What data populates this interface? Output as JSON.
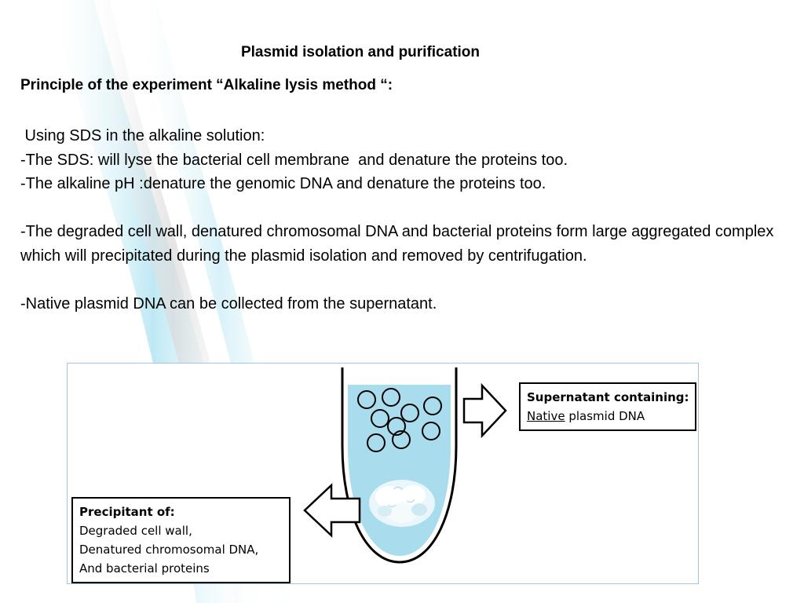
{
  "slide": {
    "title": "Plasmid isolation and purification",
    "subtitle": "Principle of the experiment “Alkaline lysis method “:",
    "paragraphs": {
      "p1": " Using SDS in the alkaline solution:",
      "p2": "-The SDS: will lyse the bacterial cell membrane  and denature the proteins too.",
      "p3": "-The alkaline pH :denature the genomic DNA and denature the proteins too.",
      "p4": "-The degraded cell wall, denatured chromosomal DNA and bacterial proteins form large aggregated complex which will precipitated during the plasmid isolation and removed by centrifugation.",
      "p5": "-Native plasmid DNA can be collected from the supernatant."
    }
  },
  "figure": {
    "supernatant_box": {
      "heading": "Supernatant containing:",
      "word_underlined": "Native",
      "rest": " plasmid DNA"
    },
    "precipitant_box": {
      "heading": "Precipitant of:",
      "line1": "Degraded cell wall,",
      "line2": "Denatured chromosomal DNA,",
      "line3": "And bacterial proteins"
    },
    "colors": {
      "liquid": "#a9dcec",
      "tube_stroke": "#000000",
      "frame": "#9fc5e0",
      "decor_blue": "#7fd3ea"
    }
  }
}
